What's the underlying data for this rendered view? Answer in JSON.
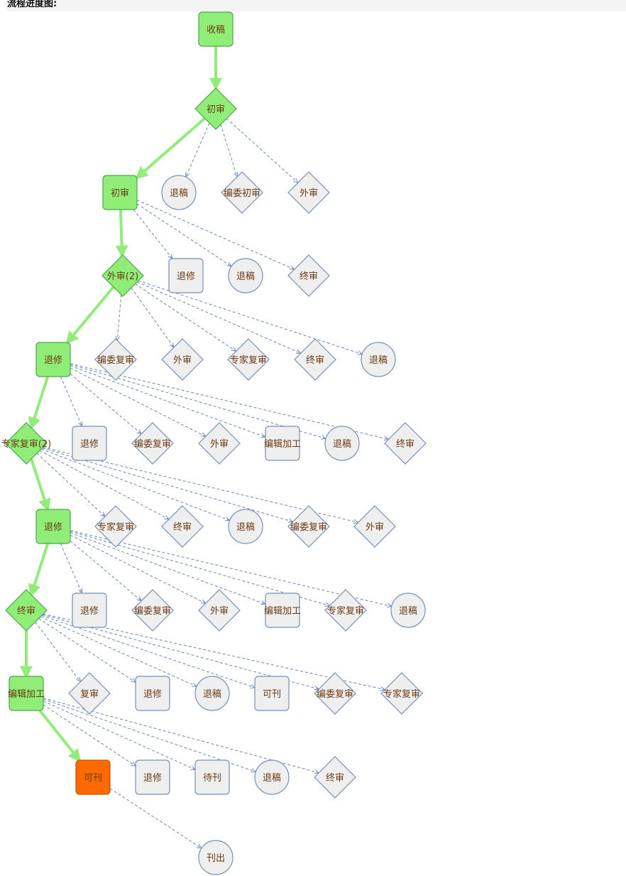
{
  "header": {
    "title": "流程进度图:"
  },
  "colors": {
    "done_fill": "#90ee78",
    "done_stroke": "#4aa84a",
    "current_fill": "#ff6a00",
    "current_stroke": "#cc5200",
    "option_fill": "#efefef",
    "option_stroke": "#7790b8",
    "main_edge": "#90ee78",
    "option_edge": "#6b86bb",
    "label": "#6b3a12"
  },
  "nodes": [
    {
      "id": "n1",
      "label": "收稿",
      "shape": "rect",
      "state": "done"
    },
    {
      "id": "n2",
      "label": "初审",
      "shape": "diamond",
      "state": "done"
    },
    {
      "id": "n3",
      "label": "初审",
      "shape": "rect",
      "state": "done"
    },
    {
      "id": "n4",
      "label": "退稿",
      "shape": "circle",
      "state": "option"
    },
    {
      "id": "n5",
      "label": "编委初审",
      "shape": "diamond",
      "state": "option"
    },
    {
      "id": "n6",
      "label": "外审",
      "shape": "diamond",
      "state": "option"
    },
    {
      "id": "n7",
      "label": "外审(2)",
      "shape": "diamond",
      "state": "done"
    },
    {
      "id": "n8",
      "label": "退修",
      "shape": "rect",
      "state": "option"
    },
    {
      "id": "n9",
      "label": "退稿",
      "shape": "circle",
      "state": "option"
    },
    {
      "id": "n10",
      "label": "终审",
      "shape": "diamond",
      "state": "option"
    },
    {
      "id": "n11",
      "label": "退修",
      "shape": "rect",
      "state": "done"
    },
    {
      "id": "n12",
      "label": "编委复审",
      "shape": "diamond",
      "state": "option"
    },
    {
      "id": "n13",
      "label": "外审",
      "shape": "diamond",
      "state": "option"
    },
    {
      "id": "n14",
      "label": "专家复审",
      "shape": "diamond",
      "state": "option"
    },
    {
      "id": "n15",
      "label": "终审",
      "shape": "diamond",
      "state": "option"
    },
    {
      "id": "n16",
      "label": "退稿",
      "shape": "circle",
      "state": "option"
    },
    {
      "id": "n17",
      "label": "专家复审(2)",
      "shape": "diamond",
      "state": "done"
    },
    {
      "id": "n18",
      "label": "退修",
      "shape": "rect",
      "state": "option"
    },
    {
      "id": "n19",
      "label": "编委复审",
      "shape": "diamond",
      "state": "option"
    },
    {
      "id": "n20",
      "label": "外审",
      "shape": "diamond",
      "state": "option"
    },
    {
      "id": "n21",
      "label": "编辑加工",
      "shape": "rect",
      "state": "option"
    },
    {
      "id": "n22",
      "label": "退稿",
      "shape": "circle",
      "state": "option"
    },
    {
      "id": "n23",
      "label": "终审",
      "shape": "diamond",
      "state": "option"
    },
    {
      "id": "n24",
      "label": "退修",
      "shape": "rect",
      "state": "done"
    },
    {
      "id": "n25",
      "label": "专家复审",
      "shape": "diamond",
      "state": "option"
    },
    {
      "id": "n26",
      "label": "终审",
      "shape": "diamond",
      "state": "option"
    },
    {
      "id": "n27",
      "label": "退稿",
      "shape": "circle",
      "state": "option"
    },
    {
      "id": "n28",
      "label": "编委复审",
      "shape": "diamond",
      "state": "option"
    },
    {
      "id": "n29",
      "label": "外审",
      "shape": "diamond",
      "state": "option"
    },
    {
      "id": "n30",
      "label": "终审",
      "shape": "diamond",
      "state": "done"
    },
    {
      "id": "n31",
      "label": "退修",
      "shape": "rect",
      "state": "option"
    },
    {
      "id": "n32",
      "label": "编委复审",
      "shape": "diamond",
      "state": "option"
    },
    {
      "id": "n33",
      "label": "外审",
      "shape": "diamond",
      "state": "option"
    },
    {
      "id": "n34",
      "label": "编辑加工",
      "shape": "rect",
      "state": "option"
    },
    {
      "id": "n35",
      "label": "专家复审",
      "shape": "diamond",
      "state": "option"
    },
    {
      "id": "n36",
      "label": "退稿",
      "shape": "circle",
      "state": "option"
    },
    {
      "id": "n37",
      "label": "编辑加工",
      "shape": "rect",
      "state": "done"
    },
    {
      "id": "n38",
      "label": "复审",
      "shape": "diamond",
      "state": "option"
    },
    {
      "id": "n39",
      "label": "退修",
      "shape": "rect",
      "state": "option"
    },
    {
      "id": "n40",
      "label": "退稿",
      "shape": "circle",
      "state": "option"
    },
    {
      "id": "n41",
      "label": "可刊",
      "shape": "rect",
      "state": "option"
    },
    {
      "id": "n42",
      "label": "编委复审",
      "shape": "diamond",
      "state": "option"
    },
    {
      "id": "n43",
      "label": "专家复审",
      "shape": "diamond",
      "state": "option"
    },
    {
      "id": "n44",
      "label": "可刊",
      "shape": "rect",
      "state": "current"
    },
    {
      "id": "n45",
      "label": "退修",
      "shape": "rect",
      "state": "option"
    },
    {
      "id": "n46",
      "label": "待刊",
      "shape": "rect",
      "state": "option"
    },
    {
      "id": "n47",
      "label": "退稿",
      "shape": "circle",
      "state": "option"
    },
    {
      "id": "n48",
      "label": "终审",
      "shape": "diamond",
      "state": "option"
    },
    {
      "id": "n49",
      "label": "刊出",
      "shape": "circle",
      "state": "option"
    }
  ],
  "edges": [
    {
      "from": "n1",
      "to": "n2",
      "type": "main"
    },
    {
      "from": "n2",
      "to": "n3",
      "type": "main"
    },
    {
      "from": "n2",
      "to": "n4",
      "type": "option"
    },
    {
      "from": "n2",
      "to": "n5",
      "type": "option"
    },
    {
      "from": "n2",
      "to": "n6",
      "type": "option"
    },
    {
      "from": "n3",
      "to": "n7",
      "type": "main"
    },
    {
      "from": "n3",
      "to": "n8",
      "type": "option"
    },
    {
      "from": "n3",
      "to": "n9",
      "type": "option"
    },
    {
      "from": "n3",
      "to": "n10",
      "type": "option"
    },
    {
      "from": "n7",
      "to": "n11",
      "type": "main"
    },
    {
      "from": "n7",
      "to": "n12",
      "type": "option"
    },
    {
      "from": "n7",
      "to": "n13",
      "type": "option"
    },
    {
      "from": "n7",
      "to": "n14",
      "type": "option"
    },
    {
      "from": "n7",
      "to": "n15",
      "type": "option"
    },
    {
      "from": "n7",
      "to": "n16",
      "type": "option"
    },
    {
      "from": "n11",
      "to": "n17",
      "type": "main"
    },
    {
      "from": "n11",
      "to": "n18",
      "type": "option"
    },
    {
      "from": "n11",
      "to": "n19",
      "type": "option"
    },
    {
      "from": "n11",
      "to": "n20",
      "type": "option"
    },
    {
      "from": "n11",
      "to": "n21",
      "type": "option"
    },
    {
      "from": "n11",
      "to": "n22",
      "type": "option"
    },
    {
      "from": "n11",
      "to": "n23",
      "type": "option"
    },
    {
      "from": "n17",
      "to": "n24",
      "type": "main"
    },
    {
      "from": "n17",
      "to": "n25",
      "type": "option"
    },
    {
      "from": "n17",
      "to": "n26",
      "type": "option"
    },
    {
      "from": "n17",
      "to": "n27",
      "type": "option"
    },
    {
      "from": "n17",
      "to": "n28",
      "type": "option"
    },
    {
      "from": "n17",
      "to": "n29",
      "type": "option"
    },
    {
      "from": "n24",
      "to": "n30",
      "type": "main"
    },
    {
      "from": "n24",
      "to": "n31",
      "type": "option"
    },
    {
      "from": "n24",
      "to": "n32",
      "type": "option"
    },
    {
      "from": "n24",
      "to": "n33",
      "type": "option"
    },
    {
      "from": "n24",
      "to": "n34",
      "type": "option"
    },
    {
      "from": "n24",
      "to": "n35",
      "type": "option"
    },
    {
      "from": "n24",
      "to": "n36",
      "type": "option"
    },
    {
      "from": "n30",
      "to": "n37",
      "type": "main"
    },
    {
      "from": "n30",
      "to": "n38",
      "type": "option"
    },
    {
      "from": "n30",
      "to": "n39",
      "type": "option"
    },
    {
      "from": "n30",
      "to": "n40",
      "type": "option"
    },
    {
      "from": "n30",
      "to": "n41",
      "type": "option"
    },
    {
      "from": "n30",
      "to": "n42",
      "type": "option"
    },
    {
      "from": "n30",
      "to": "n43",
      "type": "option"
    },
    {
      "from": "n37",
      "to": "n44",
      "type": "main"
    },
    {
      "from": "n37",
      "to": "n45",
      "type": "option"
    },
    {
      "from": "n37",
      "to": "n46",
      "type": "option"
    },
    {
      "from": "n37",
      "to": "n47",
      "type": "option"
    },
    {
      "from": "n37",
      "to": "n48",
      "type": "option"
    },
    {
      "from": "n44",
      "to": "n49",
      "type": "option"
    }
  ]
}
